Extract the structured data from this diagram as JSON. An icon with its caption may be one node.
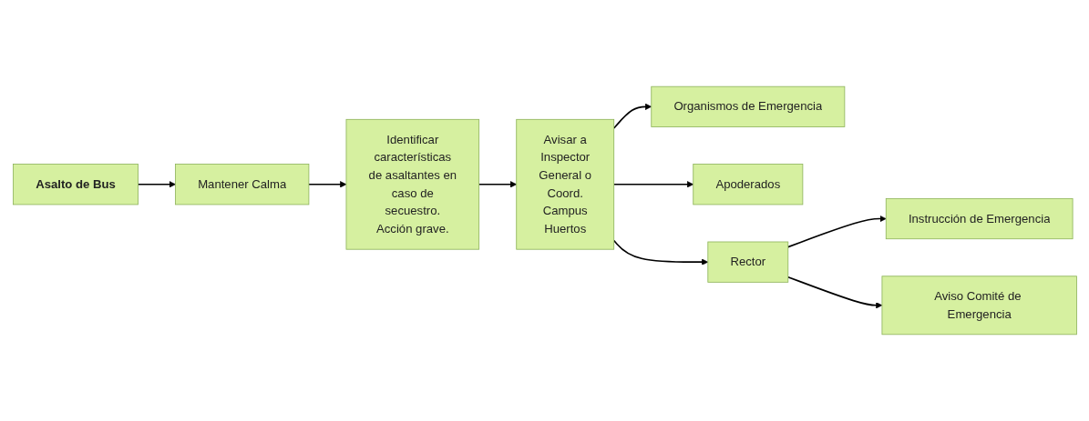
{
  "diagram": {
    "nodes": [
      {
        "text": [
          "Asalto de Bus"
        ]
      },
      {
        "text": [
          "Mantener Calma"
        ]
      },
      {
        "text": [
          "Identificar características de asaltantes en caso de secuestro. Acción grave."
        ]
      },
      {
        "text": [
          "Avisar a Inspector General o Coord. Campus Huertos"
        ]
      },
      {
        "text": [
          "Organismos de Emergencia"
        ]
      },
      {
        "text": [
          "Apoderados"
        ]
      },
      {
        "text": [
          "Rector"
        ]
      },
      {
        "text": [
          "Instrucción de Emergencia"
        ]
      },
      {
        "text": [
          "Aviso Comité de Emergencia"
        ]
      }
    ],
    "edges": [
      {
        "from": 0,
        "to": 1,
        "arrow": "to"
      },
      {
        "from": 1,
        "to": 2,
        "arrow": "to"
      },
      {
        "from": 2,
        "to": 3,
        "arrow": "to"
      },
      {
        "from": 3,
        "to": 4,
        "arrow": "to"
      },
      {
        "from": 3,
        "to": 5,
        "arrow": "to"
      },
      {
        "from": 3,
        "to": 6,
        "arrow": "to"
      },
      {
        "from": 6,
        "to": 7,
        "arrow": "to"
      },
      {
        "from": 6,
        "to": 8,
        "arrow": "to"
      }
    ]
  }
}
